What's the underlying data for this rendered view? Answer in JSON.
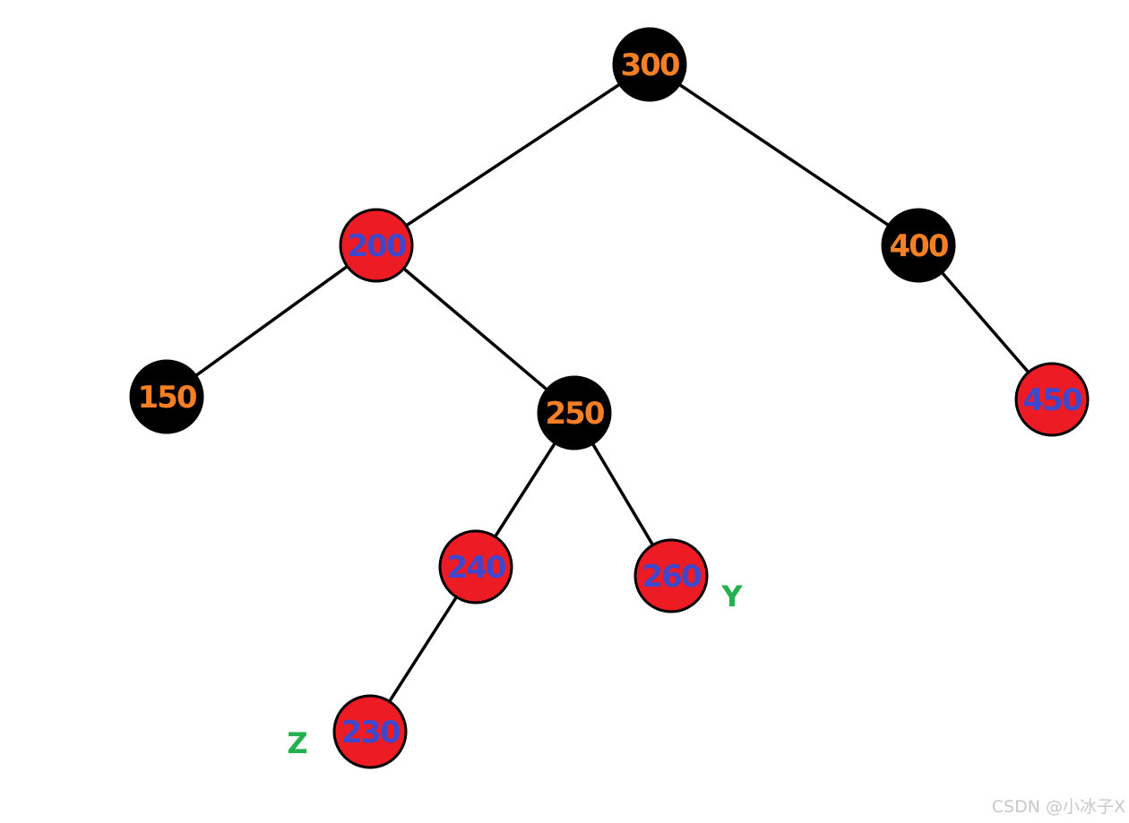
{
  "colors": {
    "black_node_fill": "#000000",
    "black_node_text": "#f47f24",
    "red_node_fill": "#ed1c24",
    "red_node_text": "#3f48cc",
    "edge": "#000000",
    "tag_text": "#22b14c",
    "watermark": "#c8c8c8"
  },
  "nodes": [
    {
      "id": "n300",
      "label": "300",
      "color": "black"
    },
    {
      "id": "n200",
      "label": "200",
      "color": "red"
    },
    {
      "id": "n400",
      "label": "400",
      "color": "black"
    },
    {
      "id": "n150",
      "label": "150",
      "color": "black"
    },
    {
      "id": "n250",
      "label": "250",
      "color": "black"
    },
    {
      "id": "n450",
      "label": "450",
      "color": "red"
    },
    {
      "id": "n240",
      "label": "240",
      "color": "red"
    },
    {
      "id": "n260",
      "label": "260",
      "color": "red"
    },
    {
      "id": "n230",
      "label": "230",
      "color": "red"
    }
  ],
  "edges": [
    {
      "from": "n300",
      "to": "n200"
    },
    {
      "from": "n300",
      "to": "n400"
    },
    {
      "from": "n200",
      "to": "n150"
    },
    {
      "from": "n200",
      "to": "n250"
    },
    {
      "from": "n400",
      "to": "n450"
    },
    {
      "from": "n250",
      "to": "n240"
    },
    {
      "from": "n250",
      "to": "n260"
    },
    {
      "from": "n240",
      "to": "n230"
    }
  ],
  "tags": [
    {
      "id": "tag-y",
      "label": "Y",
      "node": "n260"
    },
    {
      "id": "tag-z",
      "label": "Z",
      "node": "n230"
    }
  ],
  "watermark": "CSDN @小冰子X"
}
